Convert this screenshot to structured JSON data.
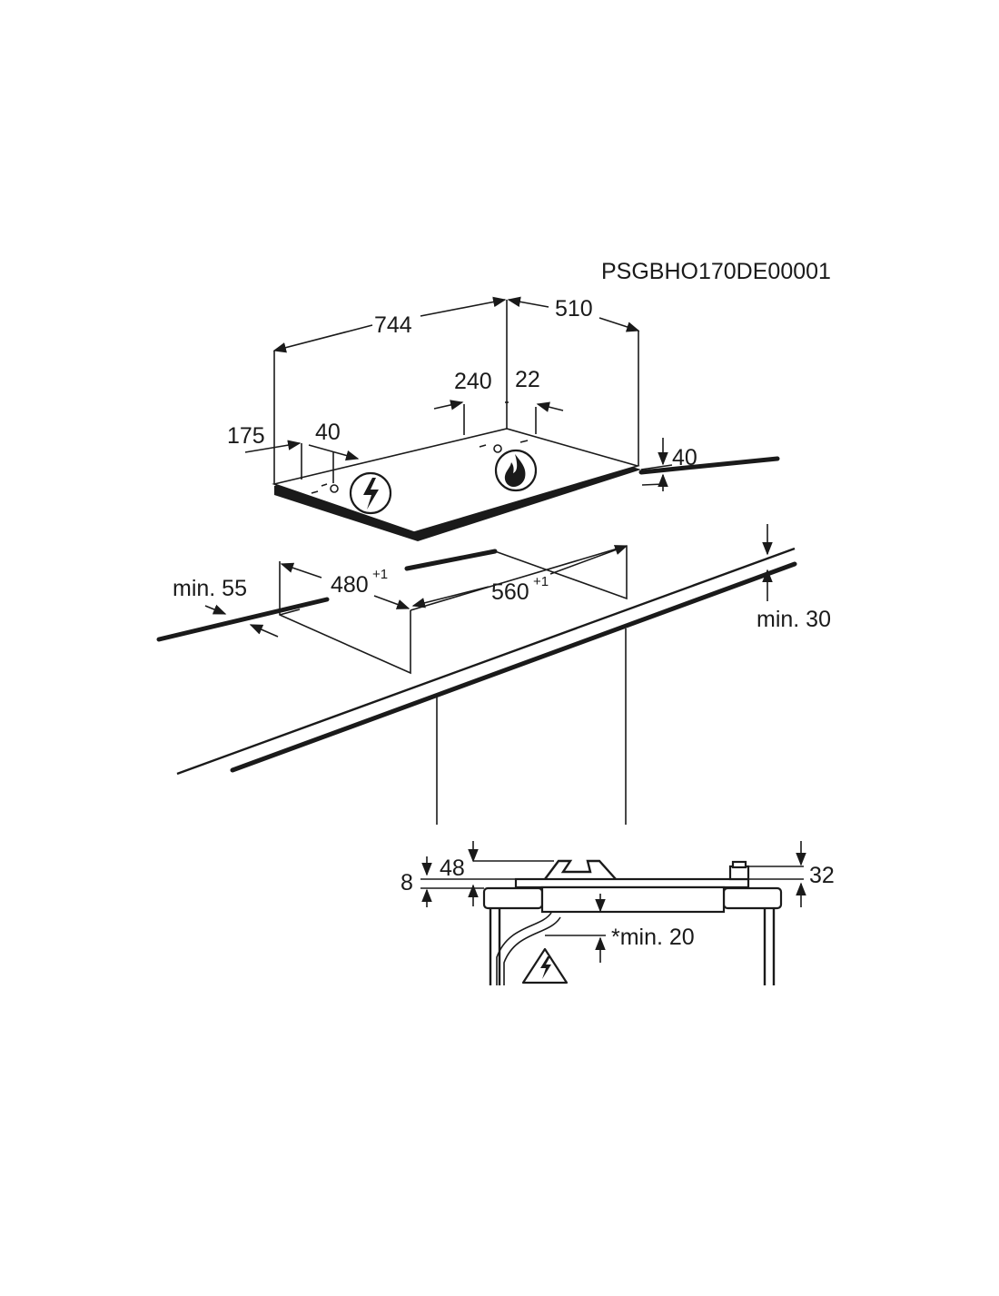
{
  "doc_code": "PSGBHO170DE00001",
  "dims": {
    "width": "744",
    "depth": "510",
    "d240": "240",
    "d22": "22",
    "d175": "175",
    "d40_left": "40",
    "d40_right": "40",
    "cut_depth": "480",
    "cut_depth_tol": "+1",
    "cut_width": "560",
    "cut_width_tol": "+1",
    "min_front": "min. 55",
    "min_back": "min. 30",
    "h48": "48",
    "h8": "8",
    "h32": "32",
    "min_below": "*min. 20"
  },
  "icons": [
    "electric-connection-icon",
    "gas-connection-icon",
    "electric-warning-triangle-icon"
  ],
  "colors": {
    "line": "#1a1a1a",
    "background": "#ffffff"
  }
}
